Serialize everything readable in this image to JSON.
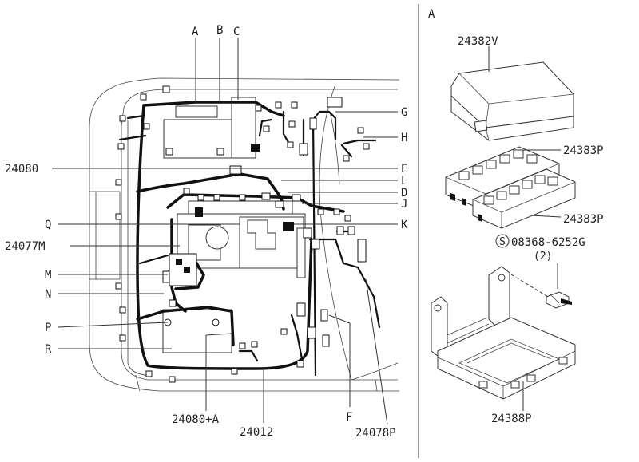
{
  "diagram": {
    "detail_header": "A",
    "main_labels": {
      "A": "A",
      "B": "B",
      "C": "C",
      "G": "G",
      "H": "H",
      "E": "E",
      "L": "L",
      "D": "D",
      "J": "J",
      "K": "K",
      "Q": "Q",
      "M": "M",
      "N": "N",
      "P": "P",
      "R": "R",
      "F": "F"
    },
    "part_numbers": {
      "p24080": "24080",
      "p24077M": "24077M",
      "p24080A": "24080+A",
      "p24012": "24012",
      "p24078P": "24078P",
      "p24382V": "24382V",
      "p24383P_top": "24383P",
      "p24383P_bottom": "24383P",
      "bolt": "08368-6252G",
      "bolt_qty": "(2)",
      "bolt_symbol": "S",
      "p24388P": "24388P"
    }
  }
}
